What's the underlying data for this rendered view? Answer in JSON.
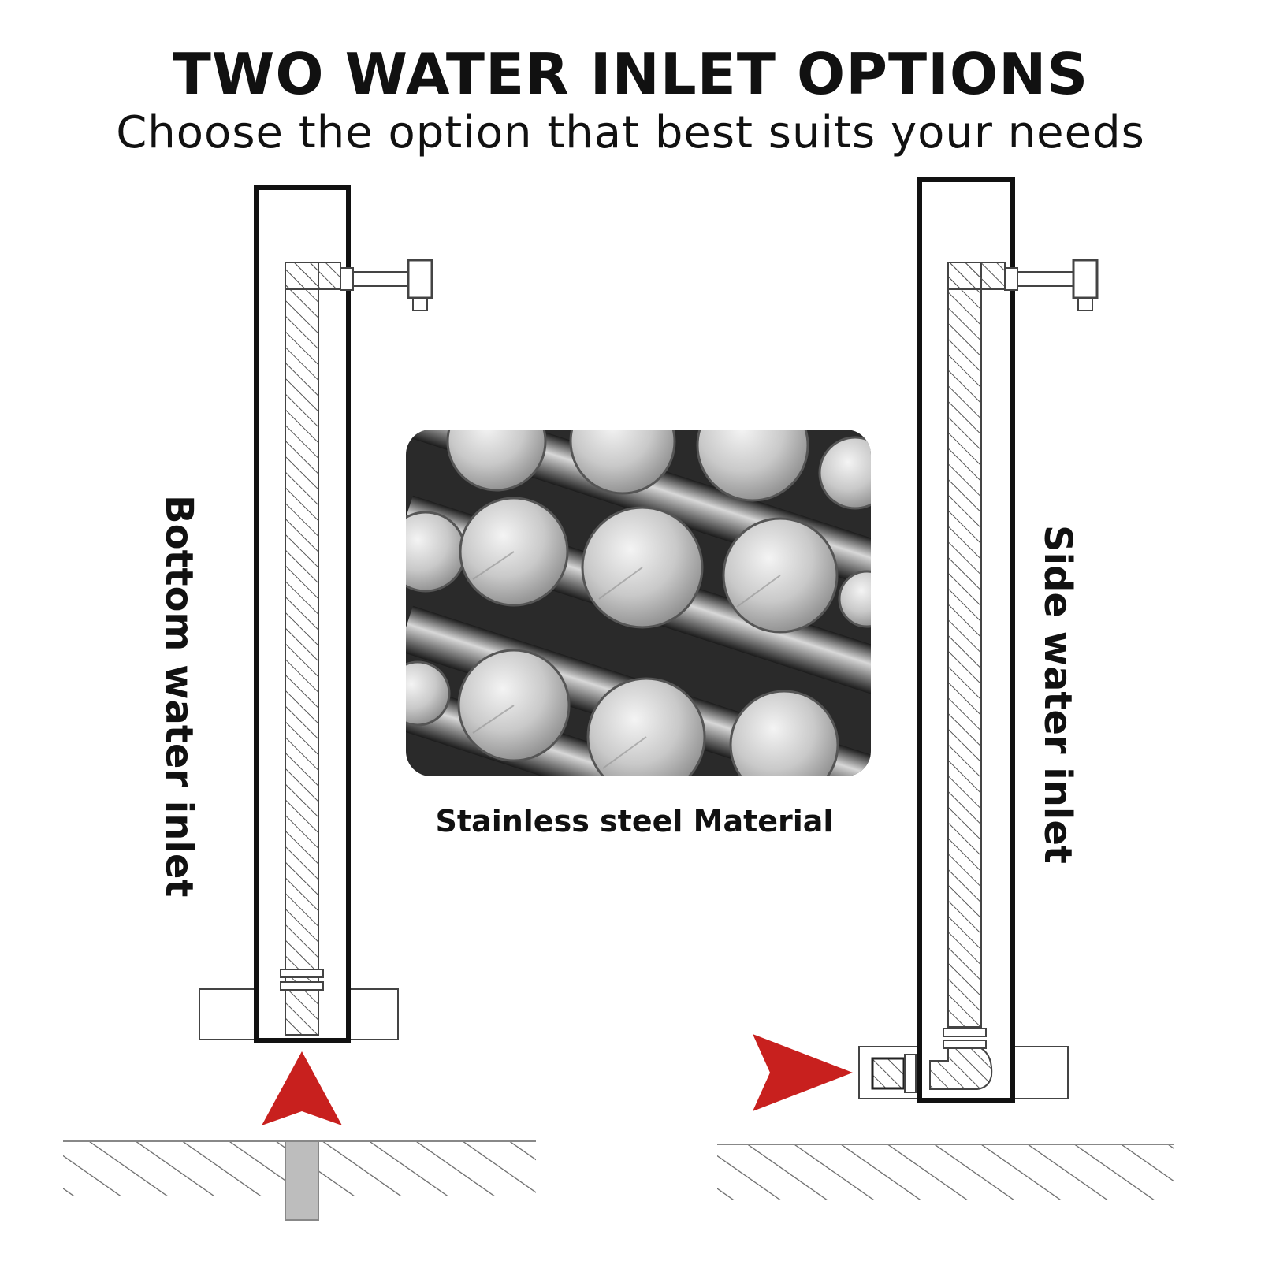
{
  "header": {
    "title": "TWO WATER INLET OPTIONS",
    "subtitle": "Choose the option that best suits your needs"
  },
  "options": {
    "bottom": {
      "label": "Bottom water inlet"
    },
    "side": {
      "label": "Side water inlet"
    }
  },
  "material": {
    "caption": "Stainless steel Material"
  },
  "colors": {
    "arrow": "#c8201e",
    "outline": "#111111",
    "hatch": "#555555",
    "pipe": "#bdbdbd",
    "steel_dark": "#2a2a2a",
    "steel_light": "#e6e6e6"
  },
  "icons": [
    "inlet-arrow-up-icon",
    "inlet-arrow-right-icon"
  ]
}
